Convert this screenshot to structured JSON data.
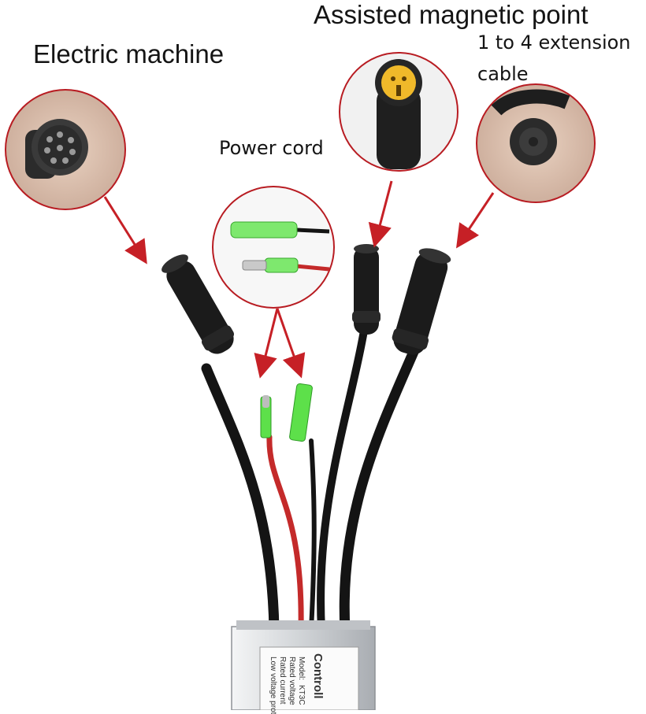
{
  "labels": {
    "electric_machine": "Electric machine",
    "assisted_magnetic_point": "Assisted magnetic point",
    "extension_line1": "1 to 4 extension",
    "extension_line2": "cable",
    "power_cord": "Power cord"
  },
  "controller": {
    "title": "Controll",
    "model": "Model:",
    "model_value": "KT3C",
    "rated_voltage": "Rated voltage",
    "rated_current": "Rated current",
    "low_voltage": "Low voltage prot"
  },
  "colors": {
    "callout_ring": "#b81c22",
    "arrow": "#c62026",
    "cable_black": "#141414",
    "cable_red": "#c42a2a",
    "connector_green": "#5de04a",
    "connector_yellow": "#f0b92a",
    "controller_silver": "#d8dadc"
  }
}
